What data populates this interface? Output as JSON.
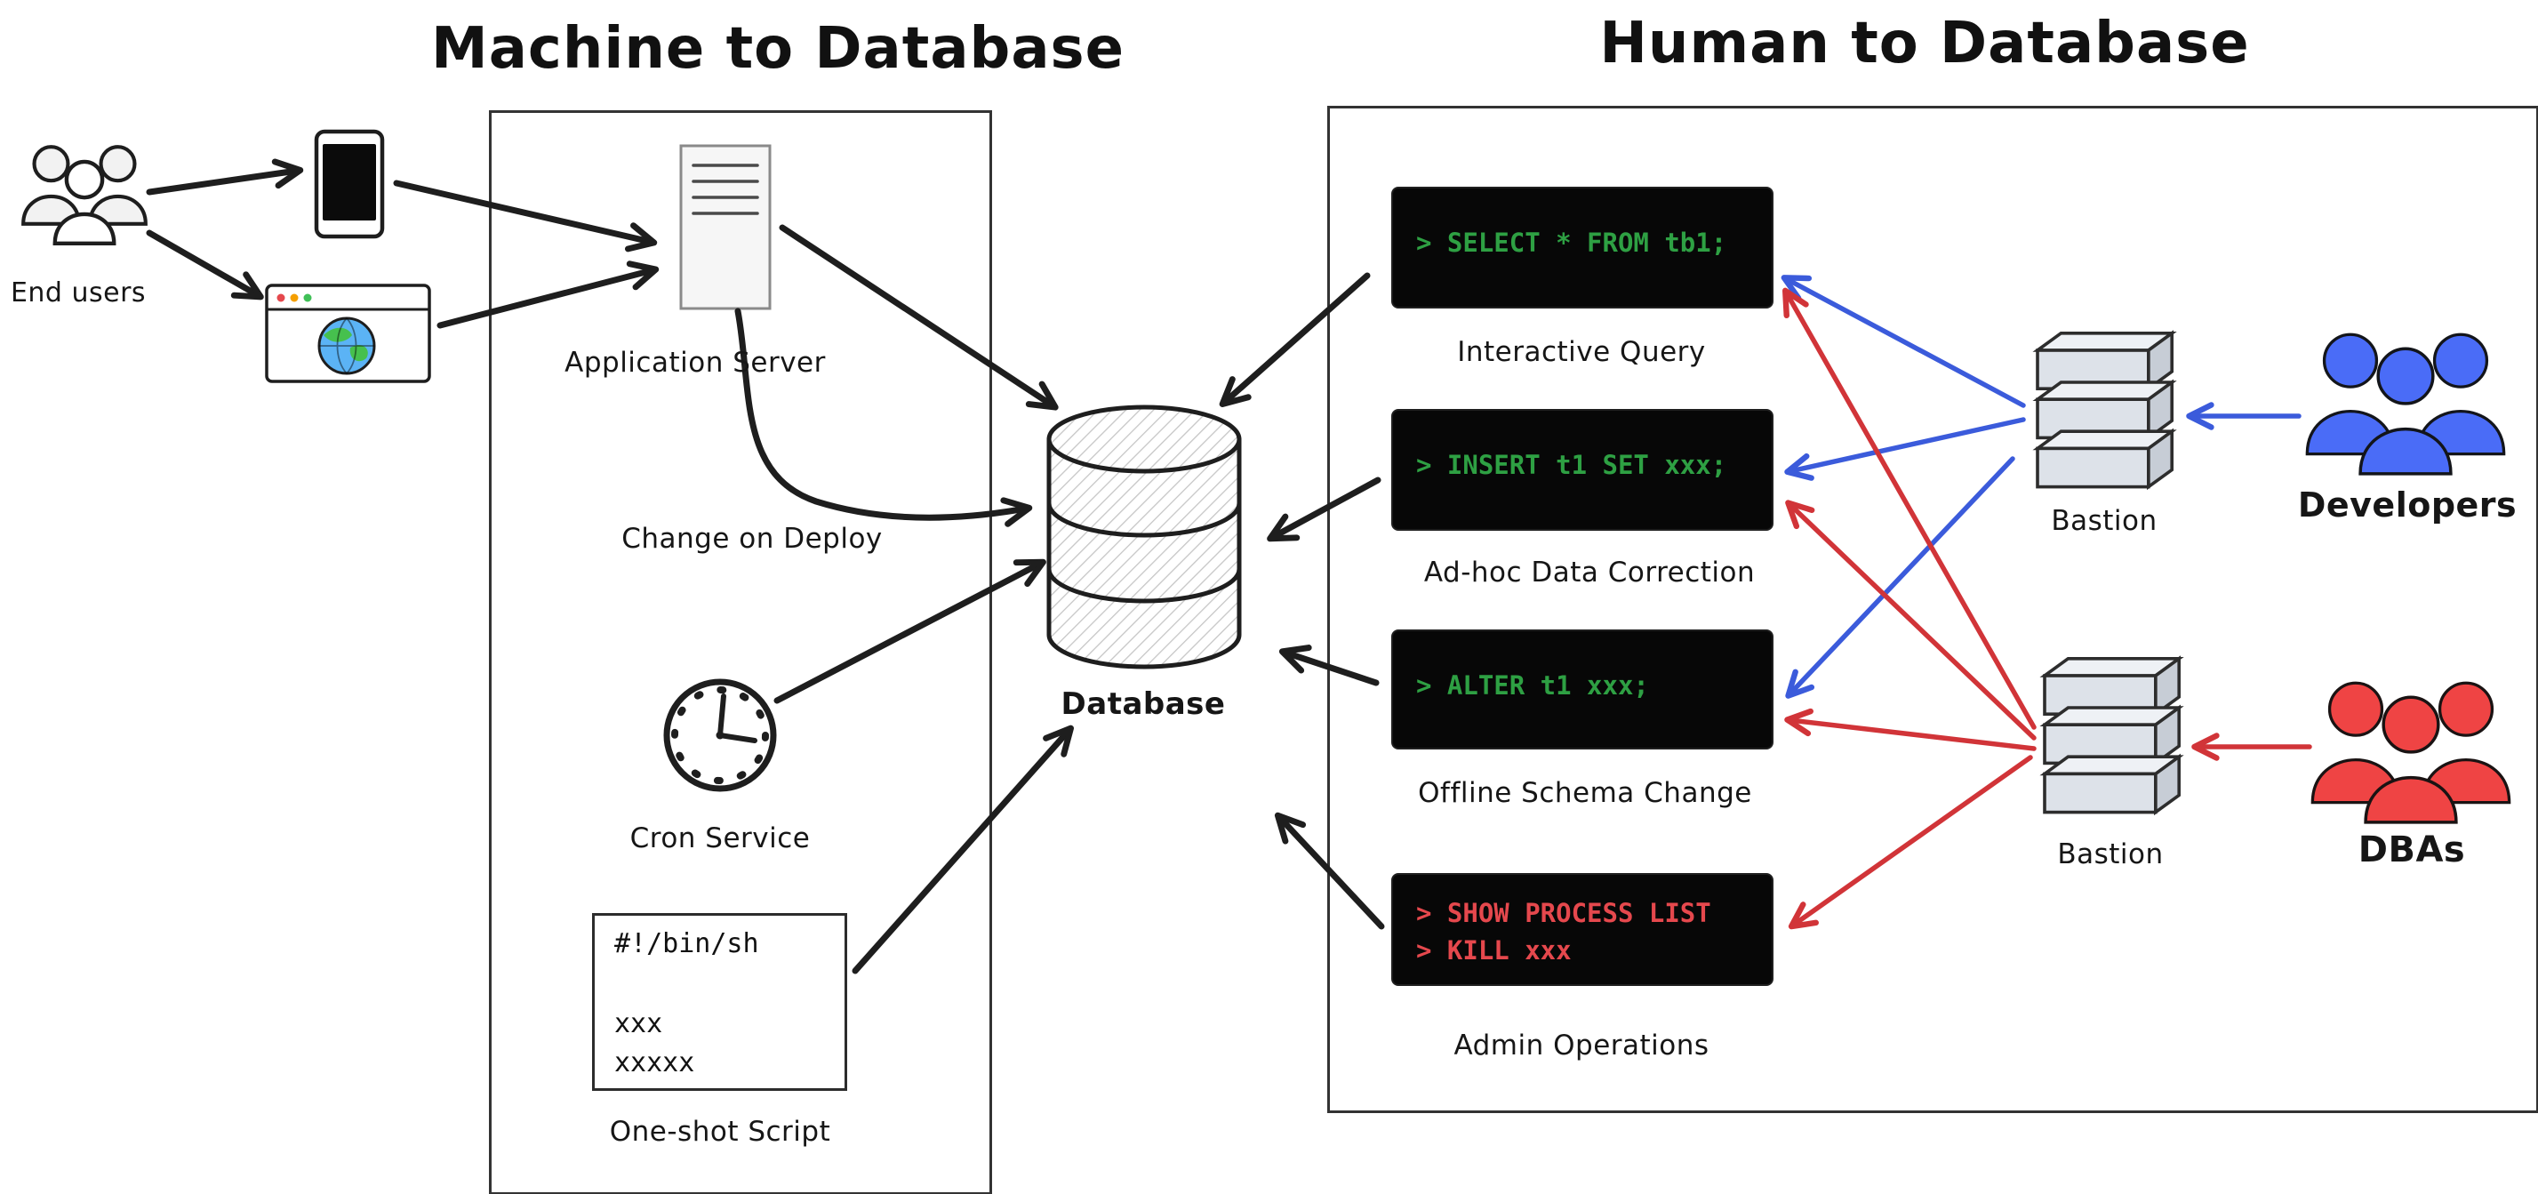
{
  "titles": {
    "machine": "Machine to Database",
    "human": "Human to Database"
  },
  "machine": {
    "end_users_label": "End users",
    "app_server_label": "Application Server",
    "change_on_deploy_label": "Change on Deploy",
    "cron_label": "Cron Service",
    "script": {
      "line1": "#!/bin/sh",
      "line2": "xxx",
      "line3": "xxxxx"
    },
    "script_label": "One-shot Script"
  },
  "database_label": "Database",
  "human": {
    "terminals": [
      {
        "lines": [
          "> SELECT * FROM tb1;"
        ],
        "label": "Interactive Query",
        "text_color": "green"
      },
      {
        "lines": [
          "> INSERT t1 SET xxx;"
        ],
        "label": "Ad-hoc Data Correction",
        "text_color": "green"
      },
      {
        "lines": [
          "> ALTER t1 xxx;"
        ],
        "label": "Offline Schema Change",
        "text_color": "green"
      },
      {
        "lines": [
          "> SHOW PROCESS LIST",
          "> KILL xxx"
        ],
        "label": "Admin Operations",
        "text_color": "red"
      }
    ],
    "bastion_top_label": "Bastion",
    "bastion_bottom_label": "Bastion",
    "developers_label": "Developers",
    "dbas_label": "DBAs"
  },
  "icons": {
    "end_users": "people-group-icon",
    "mobile_app": "smartphone-icon",
    "web_app": "browser-globe-icon",
    "app_server": "document-server-icon",
    "cron": "clock-icon",
    "script": "shell-script-icon",
    "database": "database-cylinder-icon",
    "bastion": "server-stack-icon",
    "developers": "people-group-icon",
    "dbas": "people-group-icon"
  },
  "colors": {
    "ink": "#1e1e1e",
    "terminal_green": "#2ea043",
    "terminal_red": "#e5484d",
    "developer_blue": "#4a6cf7",
    "arrow_blue": "#3b5bdb",
    "dba_red": "#ef4444",
    "arrow_red": "#d13438"
  }
}
